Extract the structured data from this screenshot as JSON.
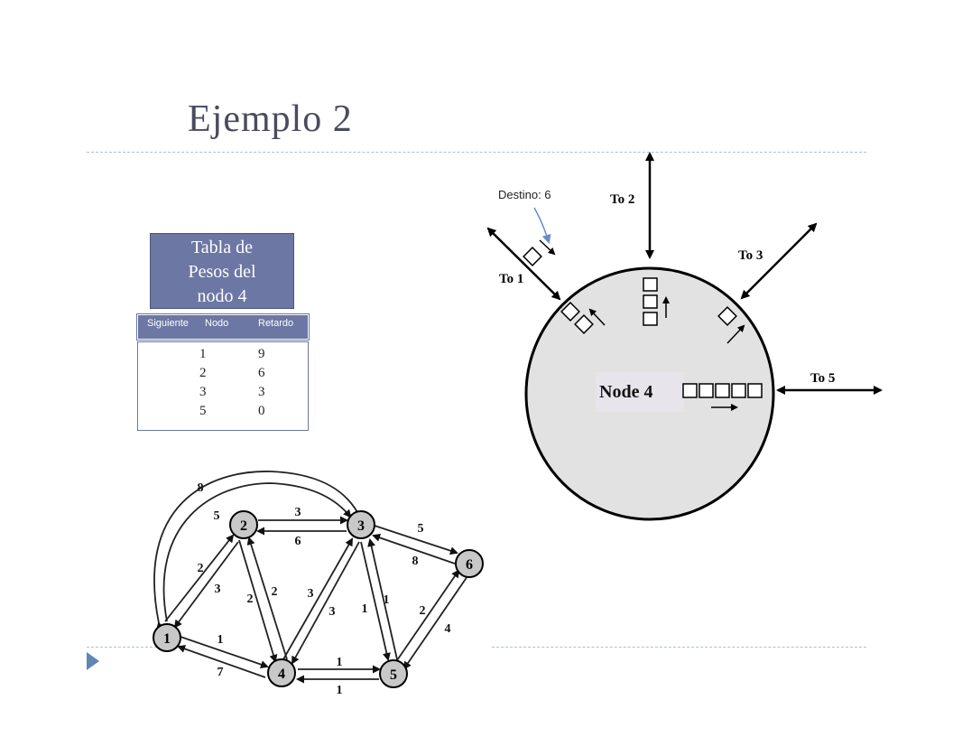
{
  "slide": {
    "title": "Ejemplo 2"
  },
  "weights_table": {
    "title_lines": [
      "Tabla de",
      "Pesos del",
      "nodo 4"
    ],
    "columns": [
      "Siguiente",
      "Nodo",
      "Retardo"
    ],
    "rows": [
      {
        "node": "1",
        "delay": "9"
      },
      {
        "node": "2",
        "delay": "6"
      },
      {
        "node": "3",
        "delay": "3"
      },
      {
        "node": "5",
        "delay": "0"
      }
    ]
  },
  "node_diagram": {
    "center_label": "Node 4",
    "destination_label": "Destino: 6",
    "links": [
      "To 1",
      "To 2",
      "To 3",
      "To 5"
    ]
  },
  "network": {
    "nodes": [
      "1",
      "2",
      "3",
      "4",
      "5",
      "6"
    ],
    "edge_labels": {
      "n1_n3_long": "8",
      "n3_n1_long": "5",
      "n2_n3_top": "3",
      "n3_n2_bottom": "6",
      "n3_n6_top": "5",
      "n6_n3_bottom": "8",
      "n1_n2_outer": "2",
      "n2_n1_inner": "3",
      "n2_n4_left": "2",
      "n4_n2_right": "2",
      "n4_n3_left": "3",
      "n3_n4_right": "3",
      "n3_n5_left": "1",
      "n5_n3_right": "1",
      "n5_n6_left": "2",
      "n6_n5_right": "4",
      "n1_n4_top": "1",
      "n4_n1_bottom": "7",
      "n4_n5_top": "1",
      "n5_n4_bottom": "1"
    }
  }
}
